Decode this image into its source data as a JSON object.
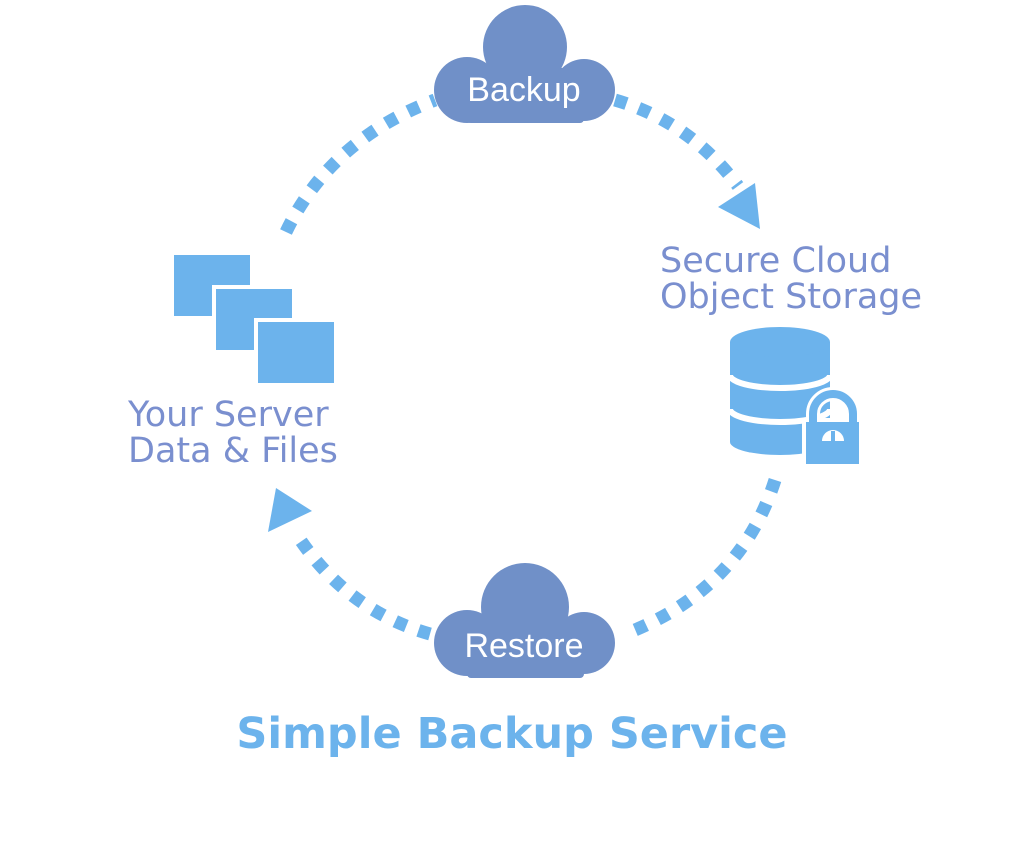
{
  "colors": {
    "accent": "#6cb3ec",
    "cloud": "#7090c8",
    "label_text": "#7a8fcf",
    "title_text": "#6cb3ec",
    "cloud_text": "#ffffff"
  },
  "clouds": {
    "backup": {
      "label": "Backup",
      "icon": "cloud-icon"
    },
    "restore": {
      "label": "Restore",
      "icon": "cloud-icon"
    }
  },
  "nodes": {
    "server": {
      "icon": "stacked-files-icon",
      "lines": [
        "Your Server",
        "Data & Files"
      ]
    },
    "storage": {
      "icon": "locked-database-icon",
      "lines": [
        "Secure Cloud",
        "Object Storage"
      ]
    }
  },
  "flow": {
    "arrow_style": "dotted",
    "icon": "arrow-head-icon"
  },
  "title": "Simple Backup Service"
}
